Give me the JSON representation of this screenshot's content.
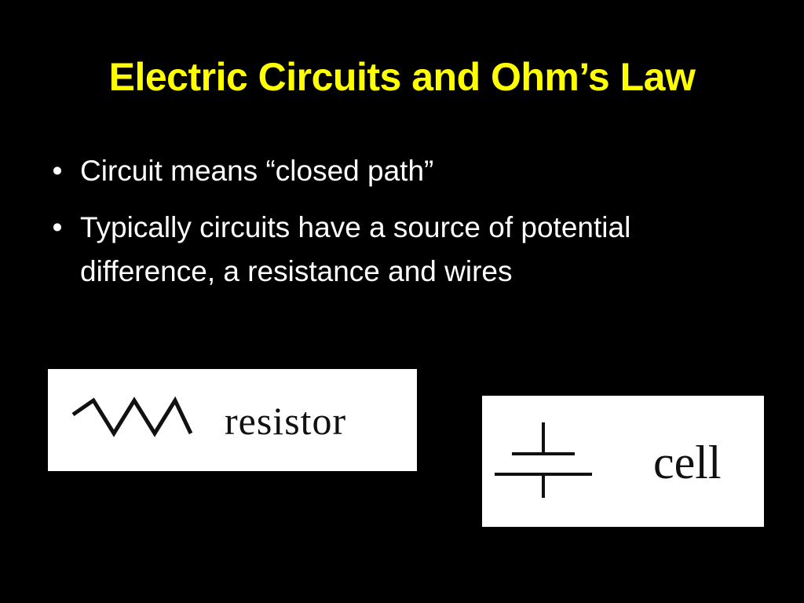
{
  "slide": {
    "title": "Electric Circuits and Ohm’s Law",
    "bullets": [
      "Circuit means “closed path”",
      "Typically circuits have a source of potential difference, a resistance and wires"
    ],
    "bullet_glyph": "•"
  },
  "symbols": {
    "resistor": {
      "label": "resistor",
      "icon": "resistor-zigzag-icon"
    },
    "cell": {
      "label": "cell",
      "icon": "cell-battery-icon"
    }
  },
  "colors": {
    "background": "#000000",
    "title": "#ffff00",
    "text": "#ffffff",
    "symbol_panel": "#ffffff",
    "symbol_ink": "#111111"
  }
}
